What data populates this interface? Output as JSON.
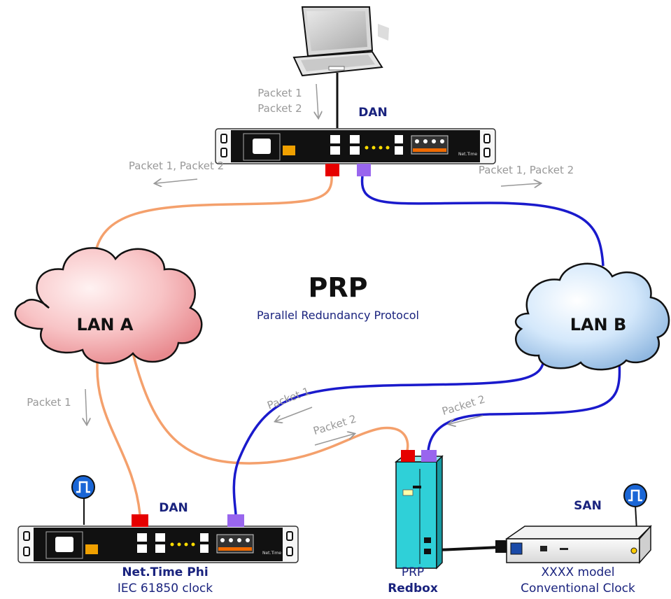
{
  "title": "PRP",
  "subtitle": "Parallel Redundancy Protocol",
  "clouds": {
    "lan_a": "LAN A",
    "lan_b": "LAN B"
  },
  "devices": {
    "top_switch": {
      "role": "DAN",
      "brand": "Net.Time"
    },
    "bottom_clock": {
      "role": "DAN",
      "name": "Net.Time Phi",
      "desc": "IEC 61850 clock",
      "brand": "Net.Time"
    },
    "redbox": {
      "line1": "PRP",
      "line2": "Redbox"
    },
    "conventional": {
      "role": "SAN",
      "line1": "XXXX model",
      "line2": "Conventional Clock"
    }
  },
  "packets": {
    "laptop_p1": "Packet 1",
    "laptop_p2": "Packet 2",
    "left_top": "Packet 1, Packet 2",
    "right_top": "Packet 1, Packet 2",
    "lan_a_down": "Packet 1",
    "mid_p1": "Packet 1",
    "mid_p2": "Packet 2",
    "right_p2": "Packet 2"
  },
  "colors": {
    "lan_a_cable": "#f4a06c",
    "lan_b_cable": "#1a1acc",
    "port_a": "#e60000",
    "port_b": "#9966ee",
    "title": "#111111",
    "device_label": "#1a237e",
    "packet_text": "#999999",
    "redbox": "#2fd0d8"
  }
}
